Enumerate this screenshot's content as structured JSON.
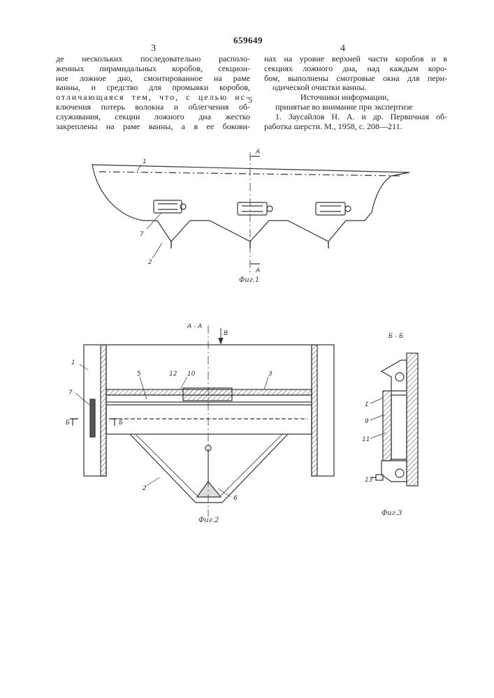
{
  "header": {
    "patent_number": "659649",
    "col_left_number": "3",
    "col_right_number": "4",
    "line_number": "5"
  },
  "col_left_lines": [
    "де нескольких последовательно располо-",
    "женных пирамидальных коробов, секцион-",
    "ное ложное дно, смонтированное на раме",
    "ванны, и средство для промывки коробов,",
    "отличающаяся тем, что, с целью ис-",
    "ключения потерь волокна и облегчения об-",
    "служивания, секции ложного дна жестко",
    "закреплены на раме ванны, а в ее бокови-"
  ],
  "col_right_lines": [
    "нах на уровне верхней части коробов и в",
    "секциях ложного дна, над каждым коро-",
    "бом, выполнены смотровые окна для пери-",
    "одической очистки ванны.",
    "Источники информации,",
    "принятые во внимание при экспертизе",
    "1. Заусайлов Н. А. и др. Первичная об-",
    "работка шерсти. М., 1958, с. 208—211."
  ],
  "fig1": {
    "caption": "Фиг.1",
    "section_mark": "А",
    "label_1": "1",
    "label_7": "7",
    "label_2": "2"
  },
  "fig2": {
    "caption": "Фиг.2",
    "section_title": "А - А",
    "arrow_label": "В",
    "section_mark": "Б",
    "labels": [
      "1",
      "5",
      "12",
      "10",
      "3",
      "7",
      "2",
      "6"
    ]
  },
  "fig3": {
    "caption": "Фиг.3",
    "section_title": "Б - Б",
    "labels": [
      "1",
      "9",
      "11",
      "13"
    ]
  }
}
